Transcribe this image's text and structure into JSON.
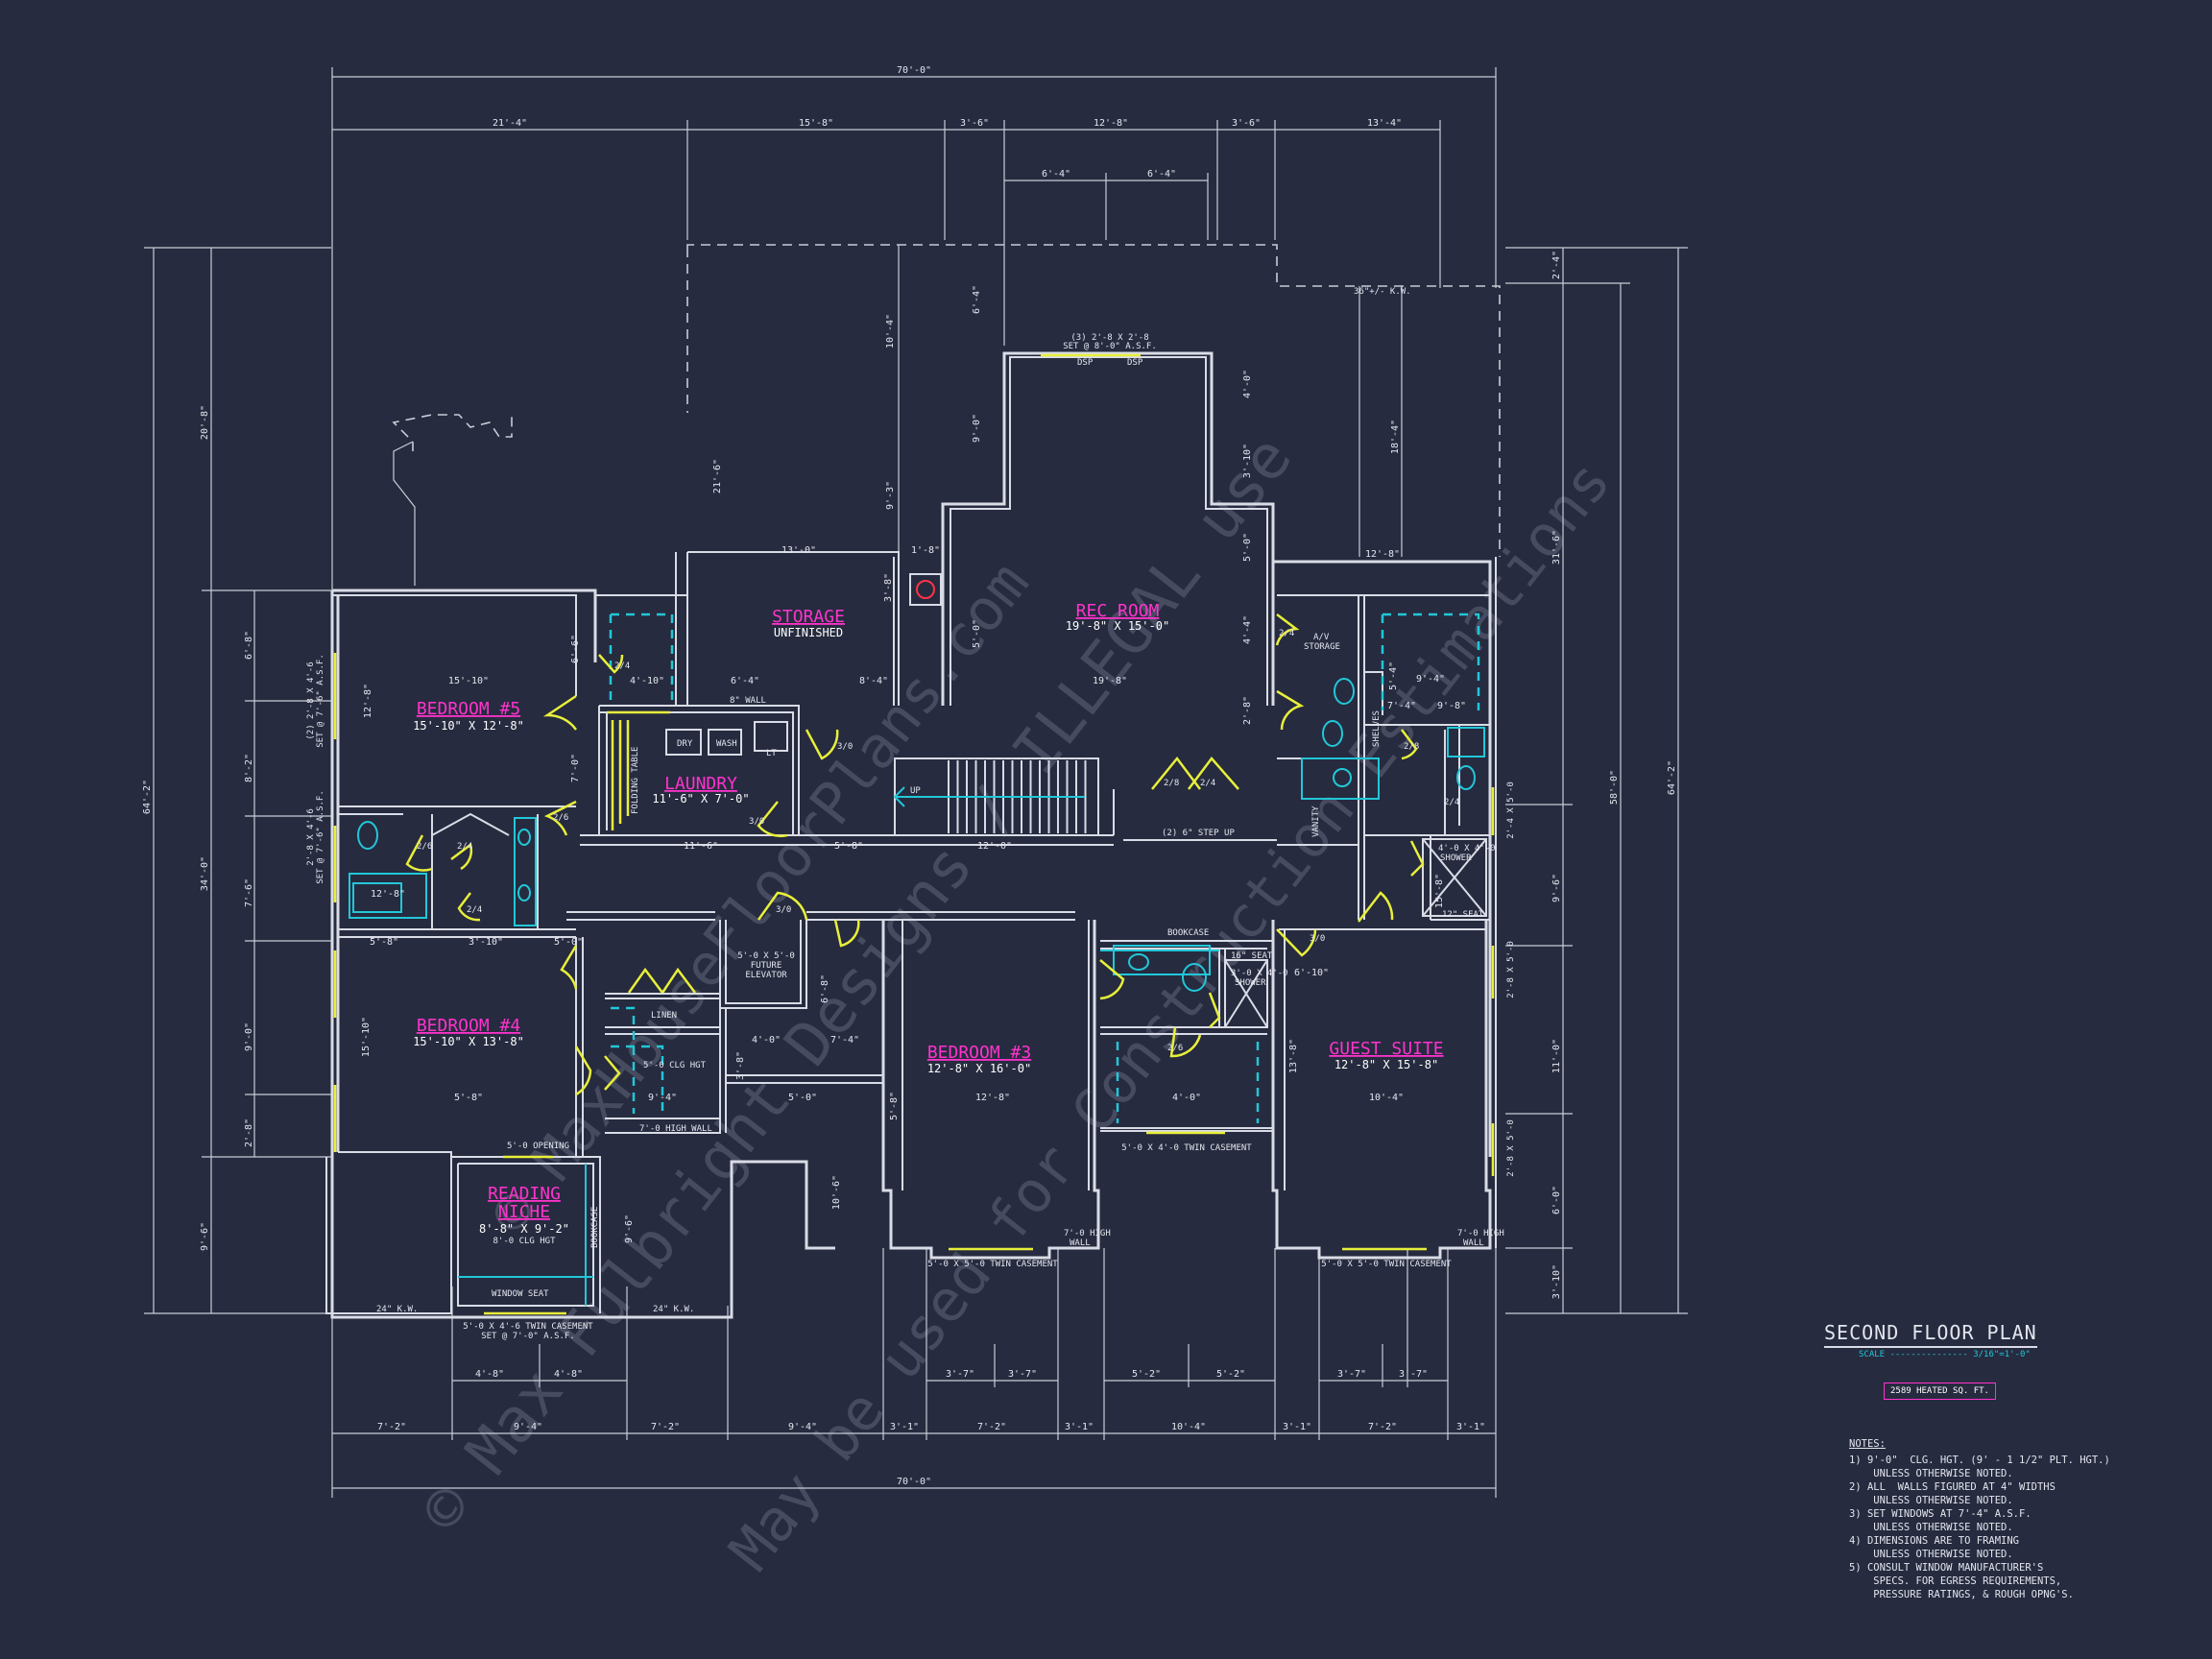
{
  "title": "SECOND FLOOR PLAN",
  "scale_label": "SCALE",
  "scale_value": "3/16\"=1'-0\"",
  "heated_sqft": "2589 HEATED SQ. FT.",
  "notes_heading": "NOTES:",
  "notes": [
    "1) 9'-0\"  CLG. HGT. (9' - 1 1/2\" PLT. HGT.)",
    "    UNLESS OTHERWISE NOTED.",
    "2) ALL  WALLS FIGURED AT 4\" WIDTHS",
    "    UNLESS OTHERWISE NOTED.",
    "3) SET WINDOWS AT 7'-4\" A.S.F.",
    "    UNLESS OTHERWISE NOTED.",
    "4) DIMENSIONS ARE TO FRAMING",
    "    UNLESS OTHERWISE NOTED.",
    "5) CONSULT WINDOW MANUFACTURER'S",
    "    SPECS. FOR EGRESS REQUIREMENTS,",
    "    PRESSURE RATINGS, & ROUGH OPNG'S."
  ],
  "watermarks": [
    "© Max Fulbright Designs / ILLEGAL use",
    "© MaxHouseFloorPlans.com",
    "May be used for Construction Estimations"
  ],
  "rooms": {
    "bedroom5": {
      "name": "BEDROOM #5",
      "size": "15'-10\" X 12'-8\""
    },
    "laundry": {
      "name": "LAUNDRY",
      "size": "11'-6\" X 7'-0\""
    },
    "storage": {
      "name": "STORAGE",
      "size": "UNFINISHED"
    },
    "rec_room": {
      "name": "REC ROOM",
      "size": "19'-8\" X 15'-0\""
    },
    "bedroom4": {
      "name": "BEDROOM #4",
      "size": "15'-10\" X 13'-8\""
    },
    "bedroom3": {
      "name": "BEDROOM #3",
      "size": "12'-8\" X 16'-0\""
    },
    "guest_suite": {
      "name": "GUEST SUITE",
      "size": "12'-8\" X 15'-8\""
    },
    "reading_niche": {
      "name1": "READING",
      "name2": "NICHE",
      "size": "8'-8\" X 9'-2\"",
      "ceiling": "8'-0 CLG HGT"
    }
  },
  "labels": {
    "folding_table": "FOLDING TABLE",
    "dry": "DRY",
    "wash": "WASH",
    "lt": "LT",
    "six_wall": "8\" WALL",
    "linen": "LINEN",
    "future_elevator": [
      "5'-0 X 5'-0",
      "FUTURE",
      "ELEVATOR"
    ],
    "clg_hgt": "5'-0 CLG HGT",
    "high_wall": "7'-0 HIGH WALL",
    "bookcase": "BOOKCASE",
    "window_seat": "WINDOW SEAT",
    "bookcase_v": "BOOKCASE",
    "opening": "5'-0 OPENING",
    "av_storage": [
      "A/V",
      "STORAGE"
    ],
    "shelves": "SHELVES",
    "vanity": "VANITY",
    "shower": [
      "4'-0 X 4'-0",
      "SHOWER"
    ],
    "seat12": "12\" SEAT",
    "seat16": "16\" SEAT",
    "shower2": [
      "3'-0 X 4'-0",
      "SHOWER"
    ],
    "step_up": "(2) 6\" STEP UP",
    "up": "UP",
    "dsp1": "DSP",
    "dsp2": "DSP",
    "win_top": [
      "(3) 2'-8 X 2'-8",
      "SET @ 8'-0\" A.S.F."
    ],
    "twin_casement_b3": "5'-0 X 5'-0 TWIN CASEMENT",
    "twin_casement_gs": "5'-0 X 5'-0 TWIN CASEMENT",
    "twin_casement_bath": "5'-0 X 4'-0 TWIN CASEMENT",
    "twin_casement_rn": [
      "5'-0 X 4'-6 TWIN CASEMENT",
      "SET @ 7'-0\" A.S.F."
    ],
    "kw_left": "24\" K.W.",
    "kw_right": "24\" K.W.",
    "kw_top": "36\"+/- K.W.",
    "high_wall_b3": [
      "7'-0 HIGH",
      "WALL"
    ],
    "high_wall_gs": [
      "7'-0 HIGH",
      "WALL"
    ]
  },
  "dims": {
    "overall_width": "70'-0\"",
    "top_row": [
      "21'-4\"",
      "15'-8\"",
      "3'-6\"",
      "12'-8\"",
      "3'-6\"",
      "13'-4\""
    ],
    "top_inner": [
      "6'-4\"",
      "6'-4\""
    ],
    "bottom_row": [
      "7'-2\"",
      "9'-4\"",
      "7'-2\"",
      "9'-4\"",
      "3'-1\"",
      "7'-2\"",
      "3'-1\"",
      "10'-4\"",
      "3'-1\"",
      "7'-2\"",
      "3'-1\""
    ],
    "bottom_inner": [
      "4'-8\"",
      "4'-8\"",
      "3'-7\"",
      "3'-7\"",
      "5'-2\"",
      "5'-2\"",
      "3'-7\"",
      "3'-7\""
    ],
    "left_total": "64'-2\"",
    "left_parts": [
      "20'-8\"",
      "34'-0\"",
      "9'-6\""
    ],
    "left_inner": [
      "6'-8\"",
      "8'-2\"",
      "7'-6\"",
      "9'-0\"",
      "2'-8\""
    ],
    "right_total": "64'-2\"",
    "right_total2": "58'-0\"",
    "right_parts": [
      "2'-4\"",
      "31'-6\"",
      "9'-6\"",
      "11'-0\"",
      "6'-0\"",
      "3'-10\""
    ],
    "right_inner": [
      "18'-4\"",
      "12'-8\""
    ],
    "misc": [
      "15'-10\"",
      "12'-8\"",
      "6'-6\"",
      "7'-0\"",
      "11'-6\"",
      "5'-8\"",
      "12'-0\"",
      "19'-8\"",
      "13'-0\"",
      "8'-4\"",
      "6'-4\"",
      "4'-10\"",
      "6'-4\"",
      "10'-4\"",
      "9'-3\"",
      "21'-6\"",
      "3'-8\"",
      "1'-8\"",
      "9'-0\"",
      "5'-0\"",
      "4'-0\"",
      "3'-10\"",
      "5'-0\"",
      "4'-4\"",
      "2'-8\"",
      "7'-4\"",
      "9'-8\"",
      "9'-4\"",
      "5'-4\"",
      "15'-8\"",
      "13'-8\"",
      "15'-10\"",
      "5'-8\"",
      "5'-8\"",
      "3'-10\"",
      "5'-0\"",
      "12'-8\"",
      "12'-8\"",
      "10'-4\"",
      "4'-0\"",
      "6'-10\"",
      "9'-4\"",
      "5'-0\"",
      "4'-0\"",
      "7'-4\"",
      "3'-8\"",
      "5'-8\"",
      "6'-8\"",
      "10'-6\"",
      "9'-6\""
    ],
    "windows": [
      "(2) 2'-8 X 4'-6",
      "SET @ 7'-6\" A.S.F.",
      "2'-8 X 4'-6",
      "SET @ 7'-6\" A.S.F.",
      "2'-8 X 5'-0",
      "2'-8 X 5'-0",
      "2'-4 X 5'-0"
    ],
    "doors": [
      "2/4",
      "3/0",
      "2/6",
      "2/8",
      "2/4",
      "2/4",
      "3/0",
      "3/0",
      "2/6",
      "2/4",
      "2/4",
      "2/6",
      "3/0",
      "2/8",
      "2/4"
    ]
  }
}
